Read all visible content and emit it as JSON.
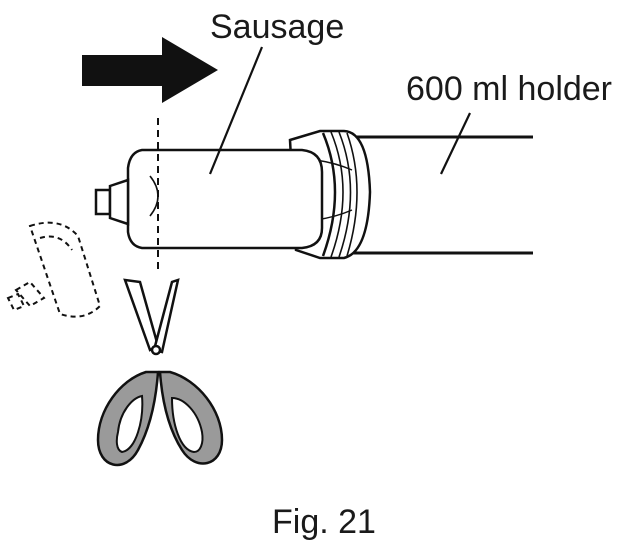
{
  "labels": {
    "sausage": "Sausage",
    "holder": "600 ml holder"
  },
  "caption": "Fig. 21"
}
